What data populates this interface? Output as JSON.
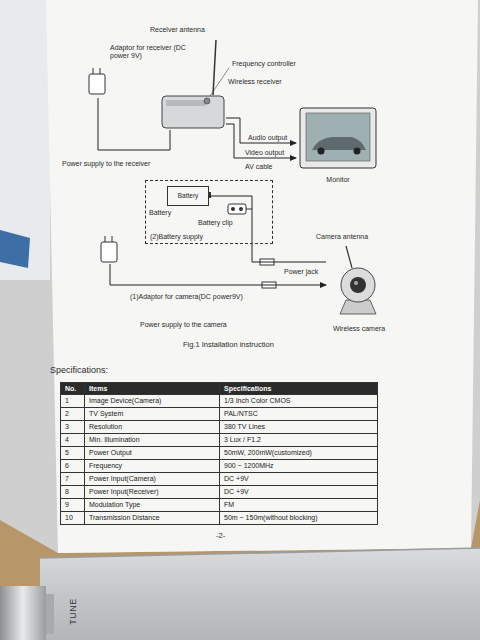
{
  "diagram": {
    "caption": "Fig.1 Installation instruction",
    "nodes": [
      {
        "text": [
          "Adaptor for receiver (DC power 9V)"
        ]
      },
      {
        "text": [
          "Wireless receiver"
        ]
      },
      {
        "text": [
          "Monitor"
        ]
      },
      {
        "text": [
          "(2)Battery supply"
        ]
      },
      {
        "text": [
          "Battery"
        ],
        "in": 3
      },
      {
        "text": [
          "(1)Adaptor for camera(DC power9V)"
        ]
      },
      {
        "text": [
          "Wireless camera"
        ]
      }
    ],
    "edges": [
      {
        "from": 0,
        "to": 1,
        "arrow": "none"
      },
      {
        "from": 1,
        "to": 2,
        "label": "Audio output",
        "arrow": "to"
      },
      {
        "from": 1,
        "to": 2,
        "label": "Video output",
        "arrow": "to"
      },
      {
        "from": 4,
        "to": 6,
        "arrow": "none"
      },
      {
        "from": 5,
        "to": 6,
        "arrow": "to"
      }
    ],
    "labels": [
      "Receiver antenna",
      "Frequency controller",
      "Power supply to the receiver",
      "AV cable",
      "Battery",
      "Battery clip",
      "Camera antenna",
      "Power jack",
      "Power supply to the camera",
      "Specifications:",
      "No.",
      "Items",
      "Specifications",
      "1",
      "Image Device(Camera)",
      "1/3 Inch Color CMOS",
      "2",
      "TV System",
      "PAL/NTSC",
      "3",
      "Resolution",
      "380 TV Lines",
      "4",
      "Min. Illumination",
      "3 Lux / F1.2",
      "5",
      "Power Output",
      "50mW, 200mW(customized)",
      "6",
      "Frequency",
      "900 ~ 1200MHz",
      "7",
      "Power Input(Camera)",
      "DC +9V",
      "8",
      "Power Input(Receiver)",
      "DC +9V",
      "9",
      "Modulation Type",
      "FM",
      "10",
      "Transmission Distance",
      "50m ~ 150m(without blocking)",
      "-2-",
      "TUNE"
    ]
  }
}
